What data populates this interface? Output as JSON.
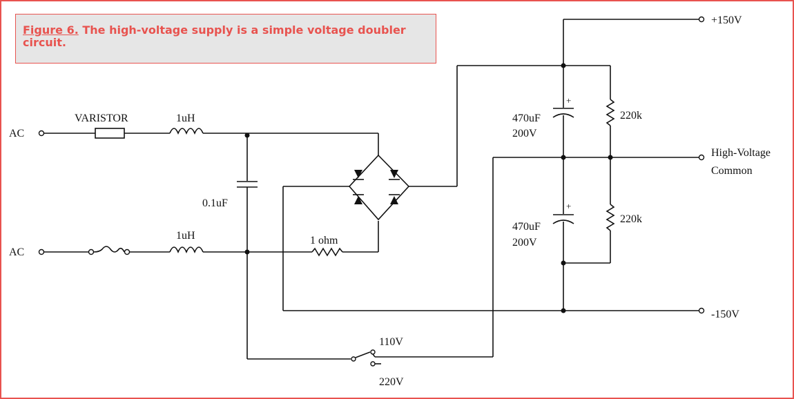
{
  "caption": {
    "figure_ref": "Figure 6.",
    "text": " The high-voltage supply is a simple voltage doubler circuit."
  },
  "labels": {
    "ac_top": "AC",
    "ac_bottom": "AC",
    "varistor": "VARISTOR",
    "inductor_top": "1uH",
    "inductor_bottom": "1uH",
    "cap_small": "0.1uF",
    "resistor_1ohm": "1 ohm",
    "cap_top_value": "470uF",
    "cap_top_voltage": "200V",
    "cap_bottom_value": "470uF",
    "cap_bottom_voltage": "200V",
    "res_top": "220k",
    "res_bottom": "220k",
    "out_plus": "+150V",
    "out_common_1": "High-Voltage",
    "out_common_2": "Common",
    "out_minus": "-150V",
    "switch_110": "110V",
    "switch_220": "220V",
    "cap_top_plus": "+",
    "cap_bottom_plus": "+"
  },
  "colors": {
    "accent": "#e8534f",
    "caption_bg": "#e6e6e6",
    "ink": "#111111"
  }
}
